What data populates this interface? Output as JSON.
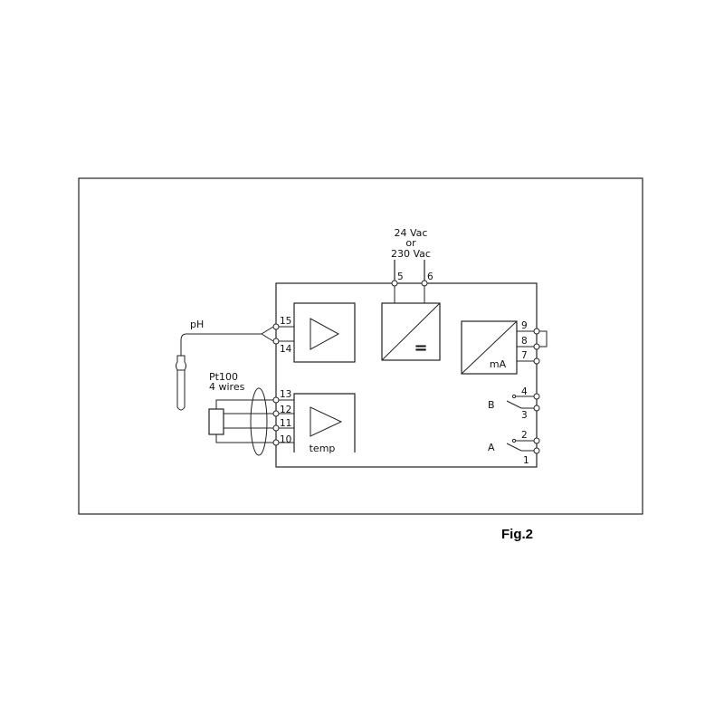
{
  "supply": {
    "line1": "24 Vac",
    "line2": "or",
    "line3": "230 Vac"
  },
  "inputs": {
    "ph": "pH",
    "pt100_1": "Pt100",
    "pt100_2": "4 wires"
  },
  "blocks": {
    "converter_symbol": "=",
    "output": "mA",
    "temp": "temp"
  },
  "relays": {
    "b": "B",
    "a": "A"
  },
  "terminals": {
    "t1": "1",
    "t2": "2",
    "t3": "3",
    "t4": "4",
    "t5": "5",
    "t6": "6",
    "t7": "7",
    "t8": "8",
    "t9": "9",
    "t10": "10",
    "t11": "11",
    "t12": "12",
    "t13": "13",
    "t14": "14",
    "t15": "15"
  },
  "figure_label": "Fig.2"
}
